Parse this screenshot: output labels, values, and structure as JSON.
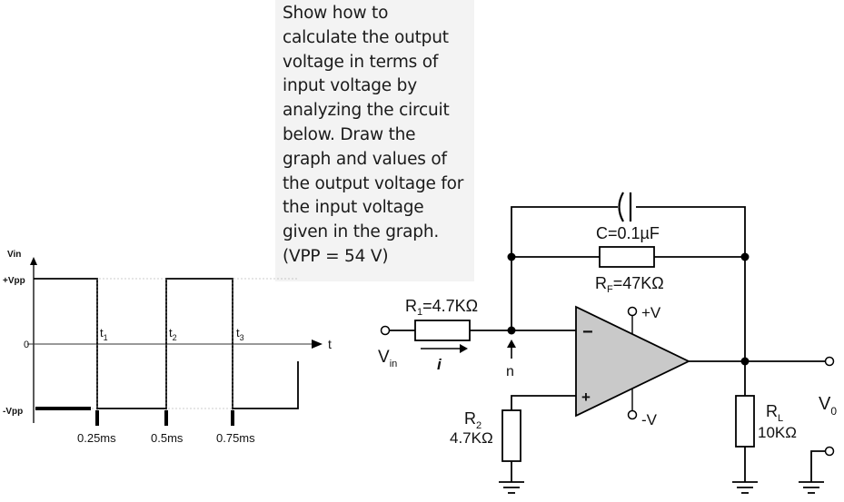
{
  "question": {
    "text": "Show how to\ncalculate the output\nvoltage in terms of\ninput voltage by\nanalyzing the circuit\nbelow. Draw the\ngraph and values of\nthe output voltage for\nthe input voltage\ngiven in the graph.\n(VPP = 54 V)"
  },
  "waveform": {
    "y_axis_label": "Vin",
    "plus_label": "+Vpp",
    "zero_label": "0",
    "minus_label": "-Vpp",
    "t_axis_label": "t",
    "markers": [
      "t",
      "t",
      "t"
    ],
    "marker_subs": [
      "1",
      "2",
      "3"
    ],
    "time_labels": [
      "0.25ms",
      "0.5ms",
      "0.75ms"
    ]
  },
  "circuit": {
    "capacitor": "C=0.1µF",
    "rf_main": "R",
    "rf_sub": "F",
    "rf_value": "=47KΩ",
    "r1_main": "R",
    "r1_sub": "1",
    "r1_value": "=4.7KΩ",
    "r2_main": "R",
    "r2_sub": "2",
    "r2_value": "4.7KΩ",
    "rl_main": "R",
    "rl_sub": "L",
    "rl_value": "10KΩ",
    "vin_main": "V",
    "vin_sub": "in",
    "vo_main": "V",
    "vo_sub": "0",
    "current": "i",
    "node": "n",
    "plus_supply": "+V",
    "minus_supply": "-V",
    "minus_input": "−",
    "plus_input": "+"
  }
}
